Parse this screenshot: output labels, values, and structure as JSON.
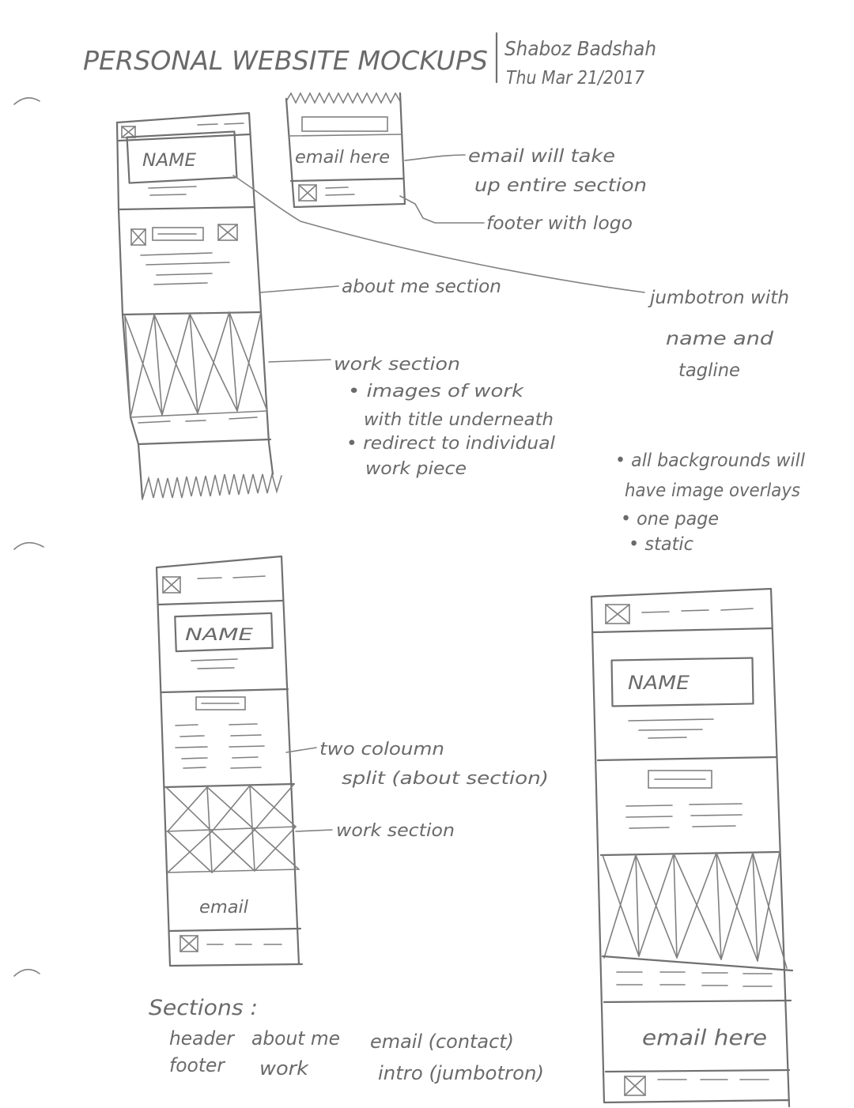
{
  "header": {
    "title": "PERSONAL WEBSITE MOCKUPS",
    "author": "Shaboz Badshah",
    "date": "Thu Mar 21/2017"
  },
  "mockup_labels": {
    "name": "NAME",
    "email_here": "email here",
    "email": "email"
  },
  "annotations": {
    "email_section": [
      "email will take",
      "up entire section"
    ],
    "footer": "footer with logo",
    "about": "about me section",
    "jumbotron": [
      "jumbotron with",
      "name and",
      "tagline"
    ],
    "work": {
      "title": "work section",
      "bullets": [
        [
          "• images of work",
          "with title underneath"
        ],
        [
          "• redirect to individual",
          "work piece"
        ]
      ]
    },
    "notes": [
      "• all backgrounds will",
      "have image overlays",
      "• one page",
      "• static"
    ],
    "two_column": [
      "two coloumn",
      "split (about section)"
    ],
    "work_section_2": "work section"
  },
  "sections": {
    "title": "Sections :",
    "items": [
      "header",
      "about me",
      "email (contact)",
      "footer",
      "work",
      "intro (jumbotron)"
    ]
  }
}
